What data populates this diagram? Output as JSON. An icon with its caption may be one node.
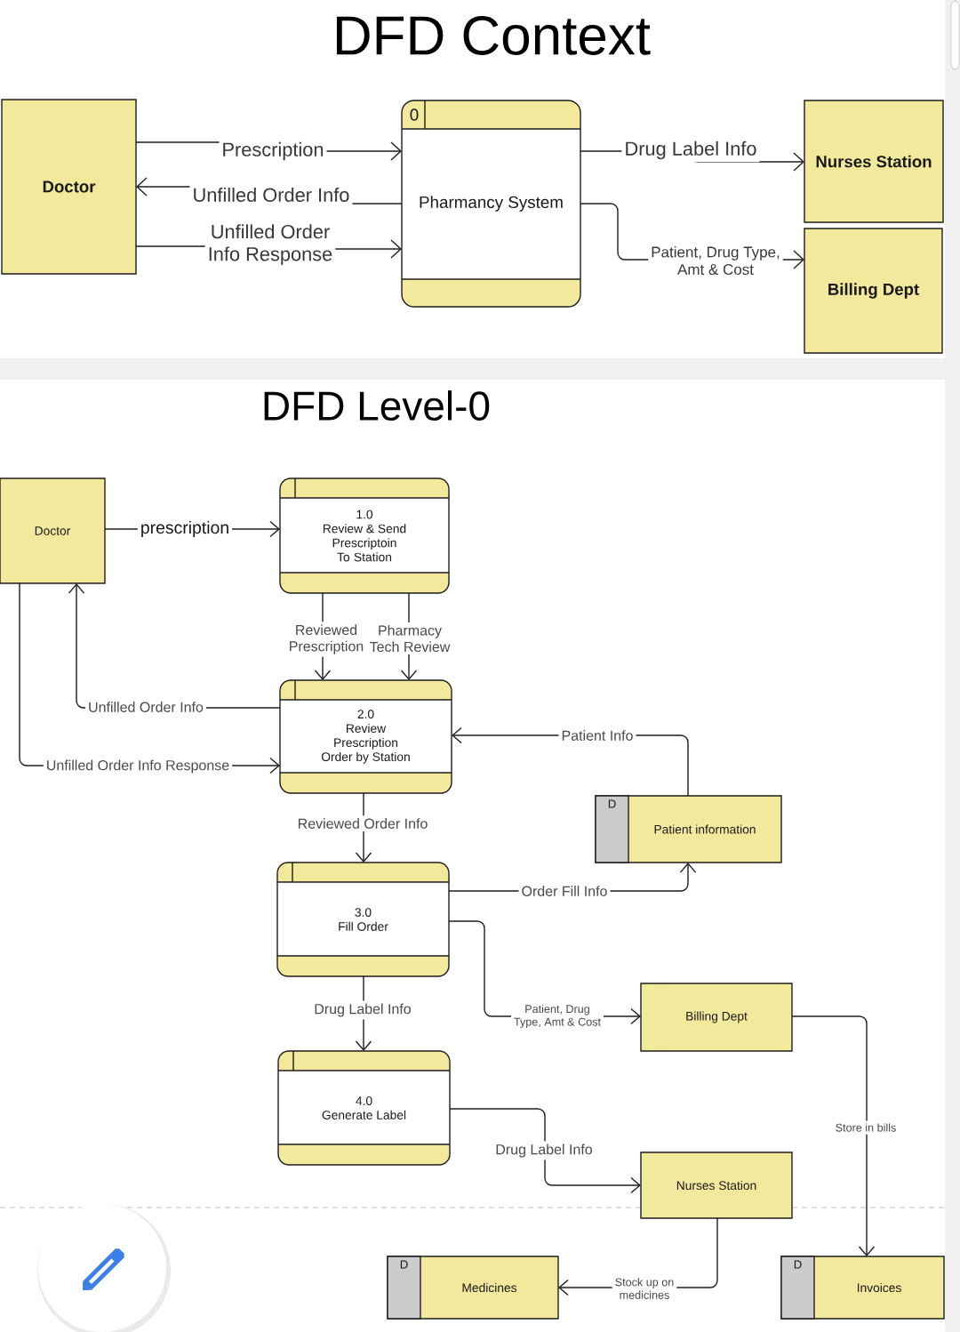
{
  "diagram": {
    "title": "DFD Context",
    "nodes": [
      {
        "text": [
          "Doctor"
        ]
      },
      {
        "text": [
          "0",
          "Pharmancy System"
        ]
      },
      {
        "text": [
          "Nurses Station"
        ]
      },
      {
        "text": [
          "Billing Dept"
        ]
      },
      {
        "text": [
          "Doctor"
        ]
      },
      {
        "text": [
          "1.0",
          "Review & Send Prescriptoin To Station"
        ]
      },
      {
        "text": [
          "2.0",
          "Review Prescription Order by Station"
        ]
      },
      {
        "text": [
          "D",
          "Patient information"
        ]
      },
      {
        "text": [
          "3.0",
          "Fill Order"
        ]
      },
      {
        "text": [
          "Billing Dept"
        ]
      },
      {
        "text": [
          "4.0",
          "Generate Label"
        ]
      },
      {
        "text": [
          "Nurses Station"
        ]
      },
      {
        "text": [
          "D",
          "Medicines"
        ]
      },
      {
        "text": [
          "D",
          "Invoices"
        ]
      }
    ],
    "edges": [
      {
        "from": 0,
        "to": 1,
        "arrow": "to",
        "label": "Prescription"
      },
      {
        "from": 1,
        "to": 0,
        "arrow": "to",
        "label": "Unfilled Order Info"
      },
      {
        "from": 0,
        "to": 1,
        "arrow": "to",
        "label": "Unfilled Order Info Response"
      },
      {
        "from": 1,
        "to": 2,
        "arrow": "to",
        "label": "Drug Label Info"
      },
      {
        "from": 1,
        "to": 3,
        "arrow": "to",
        "label": "Patient, Drug Type, Amt & Cost"
      },
      {
        "from": 4,
        "to": 5,
        "arrow": "to",
        "label": "prescription"
      },
      {
        "from": 5,
        "to": 6,
        "arrow": "to",
        "label": "Reviewed Prescription"
      },
      {
        "from": 5,
        "to": 6,
        "arrow": "to",
        "label": "Pharmacy Tech Review"
      },
      {
        "from": 6,
        "to": 4,
        "arrow": "to",
        "label": "Unfilled Order Info"
      },
      {
        "from": 4,
        "to": 6,
        "arrow": "to",
        "label": "Unfilled Order Info Response"
      },
      {
        "from": 7,
        "to": 6,
        "arrow": "to",
        "label": "Patient Info"
      },
      {
        "from": 6,
        "to": 8,
        "arrow": "to",
        "label": "Reviewed Order Info"
      },
      {
        "from": 8,
        "to": 7,
        "arrow": "to",
        "label": "Order Fill Info"
      },
      {
        "from": 8,
        "to": 9,
        "arrow": "to",
        "label": "Patient, Drug Type, Amt & Cost"
      },
      {
        "from": 8,
        "to": 10,
        "arrow": "to",
        "label": "Drug Label Info"
      },
      {
        "from": 10,
        "to": 11,
        "arrow": "to",
        "label": "Drug Label Info"
      },
      {
        "from": 9,
        "to": 13,
        "arrow": "to",
        "label": "Store in bills"
      },
      {
        "from": 11,
        "to": 12,
        "arrow": "to",
        "label": "Stock up on medicines"
      }
    ],
    "labels": [
      "DFD Level-0"
    ]
  }
}
